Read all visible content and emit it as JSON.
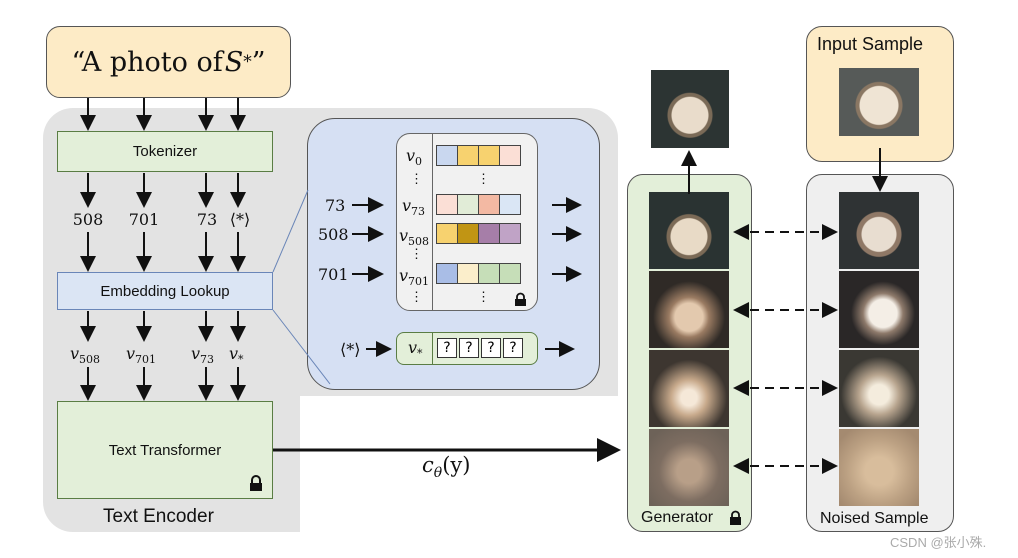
{
  "prompt": {
    "text": "“A photo of ",
    "symbol": "S",
    "subscript": "*",
    "close": "”"
  },
  "text_encoder": {
    "label": "Text Encoder",
    "tokenizer": "Tokenizer",
    "embedding_lookup": "Embedding Lookup",
    "text_transformer": "Text Transformer",
    "tokens": [
      "508",
      "701",
      "73",
      "⟨*⟩"
    ],
    "embeddings": [
      {
        "base": "v",
        "sub": "508"
      },
      {
        "base": "v",
        "sub": "701"
      },
      {
        "base": "v",
        "sub": "73"
      },
      {
        "base": "v",
        "sub": "*"
      }
    ]
  },
  "lookup_detail": {
    "inputs": [
      "73",
      "508",
      "701"
    ],
    "rows": [
      {
        "base": "v",
        "sub": "0"
      },
      {
        "base": "v",
        "sub": "73"
      },
      {
        "base": "v",
        "sub": "508"
      },
      {
        "base": "v",
        "sub": "701"
      }
    ],
    "dots": "⋮",
    "star_input": "⟨*⟩",
    "star_vector": {
      "base": "v",
      "sub": "*"
    },
    "unknown": [
      "?",
      "?",
      "?",
      "?"
    ]
  },
  "conditioning": {
    "base": "c",
    "sub": "θ",
    "arg": "(y)"
  },
  "generator": {
    "label": "Generator"
  },
  "input_sample": {
    "label": "Input Sample"
  },
  "noised_sample": {
    "label": "Noised Sample"
  },
  "watermark": "CSDN @张小殊.",
  "icons": [
    "lock-icon",
    "arrow-icon",
    "clock-image"
  ],
  "colors": {
    "prompt_fill": "#fdebc6",
    "green_fill": "#e3efd9",
    "blue_fill": "#dbe5f4",
    "zoom_fill": "#d6e0f3",
    "encoder_bg": "#e3e3e3"
  }
}
